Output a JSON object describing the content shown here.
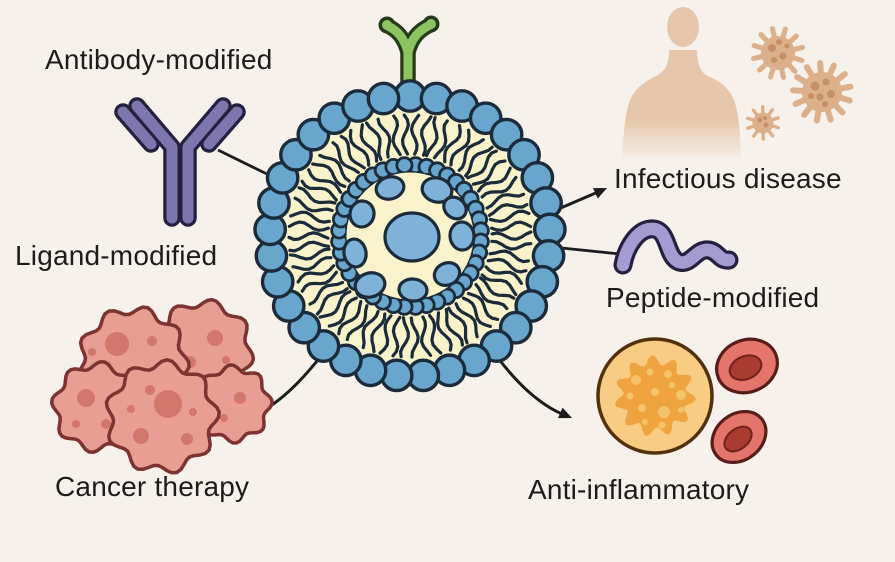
{
  "figure": {
    "type": "scientific-illustration",
    "subject": "Liposome nanoparticle with surface modifications and therapeutic applications"
  },
  "labels": {
    "antibody_modified": "Antibody-modified",
    "ligand_modified": "Ligand-modified",
    "infectious_disease": "Infectious disease",
    "peptide_modified": "Peptide-modified",
    "cancer_therapy": "Cancer therapy",
    "anti_inflammatory": "Anti-inflammatory"
  },
  "icons": [
    "antibody-icon",
    "receptor-icon",
    "liposome-icon",
    "peptide-icon",
    "human-silhouette-icon",
    "virus-icon",
    "tumor-cells-icon",
    "leukocyte-icon",
    "red-blood-cell-icon",
    "arrow-icon"
  ],
  "colors": {
    "background": "#f6f1ea",
    "text": "#1c1c1c",
    "outline": "#1c2b3a",
    "lipid_head": "#68a6ce",
    "interior": "#f8f3ca",
    "cargo": "#7fb2d8",
    "antibody": "#7d77ae",
    "antibody_outline": "#252040",
    "peptide": "#a49cd1",
    "receptor": "#8dc360",
    "receptor_outline": "#27391b",
    "arrow": "#1d1d1d",
    "tumor_fill": "#e99e93",
    "tumor_spot": "#d2776c",
    "tumor_outline": "#7c3331",
    "leukocyte_fill": "#f8cc82",
    "leukocyte_nucleus": "#efa440",
    "leukocyte_dot": "#f6c468",
    "leukocyte_outline": "#53300f",
    "rbc_fill": "#e4756a",
    "rbc_center": "#a93b30",
    "rbc_outline": "#571d18",
    "body_tan": "#e6c7ab",
    "virus_body": "#dcb08a",
    "virus_spot": "#c18a60"
  }
}
